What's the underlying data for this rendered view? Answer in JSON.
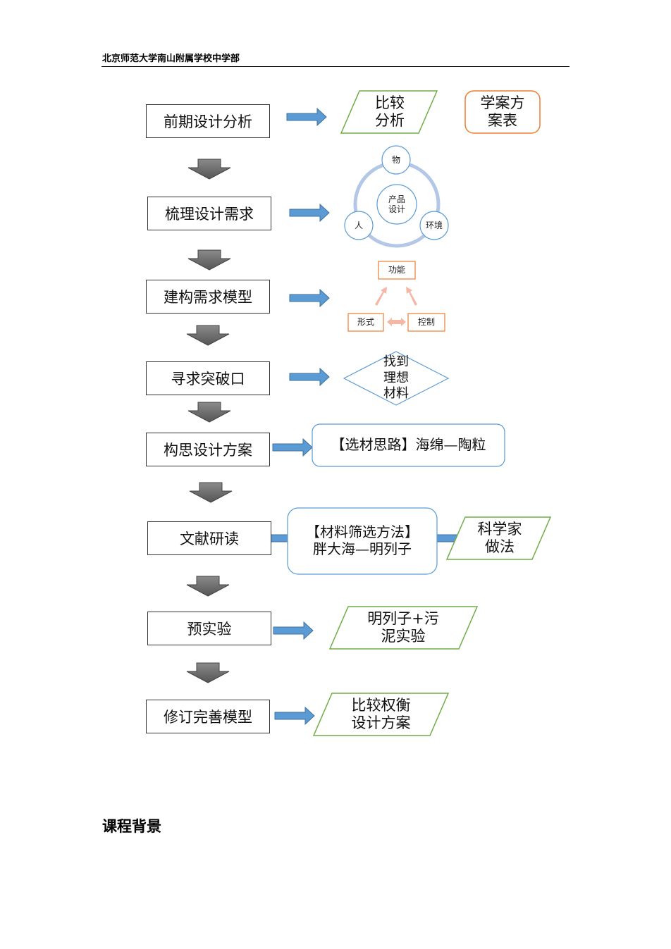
{
  "header": {
    "school": "北京师范大学南山附属学校中学部"
  },
  "steps": [
    {
      "label": "前期设计分析"
    },
    {
      "label": "梳理设计需求"
    },
    {
      "label": "建构需求模型"
    },
    {
      "label": "寻求突破口"
    },
    {
      "label": "构思设计方案"
    },
    {
      "label": "文献研读"
    },
    {
      "label": "预实验"
    },
    {
      "label": "修订完善模型"
    }
  ],
  "outputs": {
    "compare_line1": "比较",
    "compare_line2": "分析",
    "plan_line1": "学案方",
    "plan_line2": "案表",
    "cycle_top": "物",
    "cycle_center1": "产品",
    "cycle_center2": "设计",
    "cycle_left": "人",
    "cycle_right": "环境",
    "model_top": "功能",
    "model_left": "形式",
    "model_right": "控制",
    "find_line1": "找到",
    "find_line2": "理想",
    "find_line3": "材料",
    "idea": "【选材思路】海绵—陶粒",
    "filter_line1": "【材料筛选方法】",
    "filter_line2": "胖大海—明列子",
    "sci_line1": "科学家",
    "sci_line2": "做法",
    "pre_line1": "明列子+污",
    "pre_line2": "泥实验",
    "rev_line1": "比较权衡",
    "rev_line2": "设计方案"
  },
  "section": {
    "title": "课程背景"
  },
  "colors": {
    "blue_arrow": "#5b9bd5",
    "gray_arrow": "#6d6d6d",
    "green": "#70ad47",
    "orange": "#ed7d31",
    "light_blue": "#b4c7e7",
    "peach": "#f4b6a5"
  }
}
